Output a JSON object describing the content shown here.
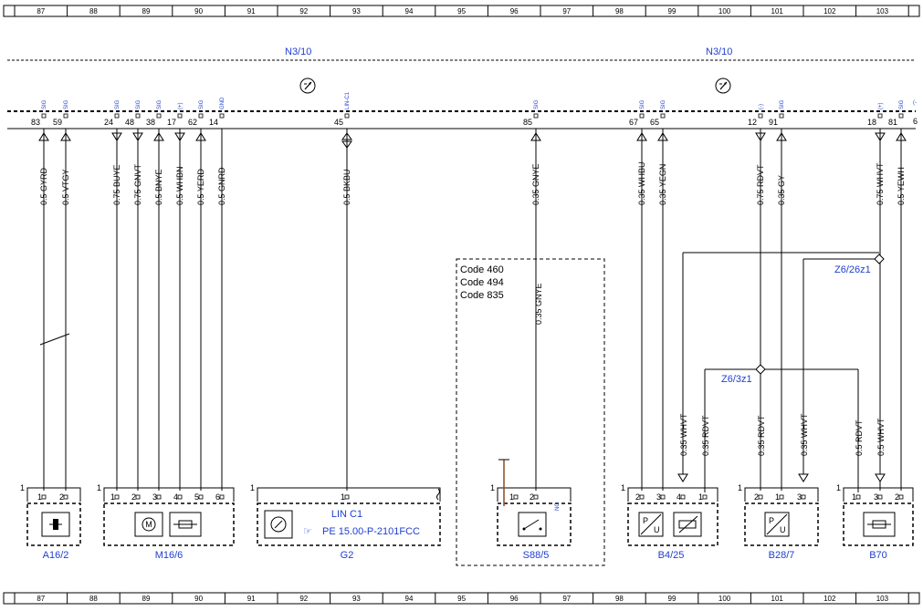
{
  "grid": [
    "87",
    "88",
    "89",
    "90",
    "91",
    "92",
    "93",
    "94",
    "95",
    "96",
    "97",
    "98",
    "99",
    "100",
    "101",
    "102",
    "103"
  ],
  "headers": {
    "left": "N3/10",
    "right": "N3/10"
  },
  "pins": [
    {
      "num": "83",
      "type": "SIG",
      "wire": "0.5 GYRD",
      "dir": "up"
    },
    {
      "num": "59",
      "type": "SIG",
      "wire": "0.5 VTGY",
      "dir": "up"
    },
    {
      "num": "24",
      "type": "SIG",
      "wire": "0.75 BUYE",
      "dir": "down"
    },
    {
      "num": "48",
      "type": "SIG",
      "wire": "0.75 GNVT",
      "dir": "down"
    },
    {
      "num": "38",
      "type": "SIG",
      "wire": "0.5 BNYE",
      "dir": "up"
    },
    {
      "num": "17",
      "type": "(+)",
      "wire": "0.5 WHBN",
      "dir": "down"
    },
    {
      "num": "62",
      "type": "SIG",
      "wire": "0.5 YERD",
      "dir": "up"
    },
    {
      "num": "14",
      "type": "GND",
      "wire": "0.5 GNRD",
      "dir": "none"
    },
    {
      "num": "45",
      "type": "LIN-C1",
      "wire": "0.5 BKBU",
      "dir": "both"
    },
    {
      "num": "85",
      "type": "SIG",
      "wire": "0.35 GNYE",
      "dir": "up"
    },
    {
      "num": "67",
      "type": "SIG",
      "wire": "0.35 WHBU",
      "dir": "up"
    },
    {
      "num": "65",
      "type": "SIG",
      "wire": "0.35 YEGN",
      "dir": "up"
    },
    {
      "num": "12",
      "type": "(-)",
      "wire": "0.75 RDVT",
      "dir": "down"
    },
    {
      "num": "91",
      "type": "SIG",
      "wire": "0.35 GY",
      "dir": "up"
    },
    {
      "num": "18",
      "type": "(+)",
      "wire": "0.75 WHVT",
      "dir": "down"
    },
    {
      "num": "81",
      "type": "SIG",
      "wire": "0.5 YEWH",
      "dir": "up"
    }
  ],
  "pin_right_edge": {
    "num": "6",
    "type": "(-"
  },
  "codes": [
    "Code 460",
    "Code 494",
    "Code 835"
  ],
  "mid_wires": [
    "0.35 GNYE"
  ],
  "lower_wires": [
    "0.35 WHVT",
    "0.35 RDVT",
    "0.35 RDVT",
    "0.35 WHVT",
    "0.5 RDVT",
    "0.5 WHVT"
  ],
  "splices": [
    "Z6/26z1",
    "Z6/3z1"
  ],
  "components": [
    {
      "label": "A16/2",
      "pins": [
        "1",
        "2"
      ]
    },
    {
      "label": "M16/6",
      "pins": [
        "1",
        "2",
        "3",
        "4",
        "5",
        "6"
      ]
    },
    {
      "label": "G2",
      "pins": [
        "1"
      ],
      "line1": "LIN C1",
      "line2": "PE 15.00-P-2101FCC"
    },
    {
      "label": "S88/5",
      "pins": [
        "1",
        "2"
      ],
      "nc": "NC"
    },
    {
      "label": "B4/25",
      "pins": [
        "2",
        "3",
        "4",
        "1"
      ]
    },
    {
      "label": "B28/7",
      "pins": [
        "2",
        "1",
        "3"
      ]
    },
    {
      "label": "B70",
      "pins": [
        "1",
        "3",
        "2"
      ]
    }
  ],
  "box_corner_nums": [
    "1",
    "1",
    "1",
    "1",
    "1",
    "1",
    "1"
  ]
}
